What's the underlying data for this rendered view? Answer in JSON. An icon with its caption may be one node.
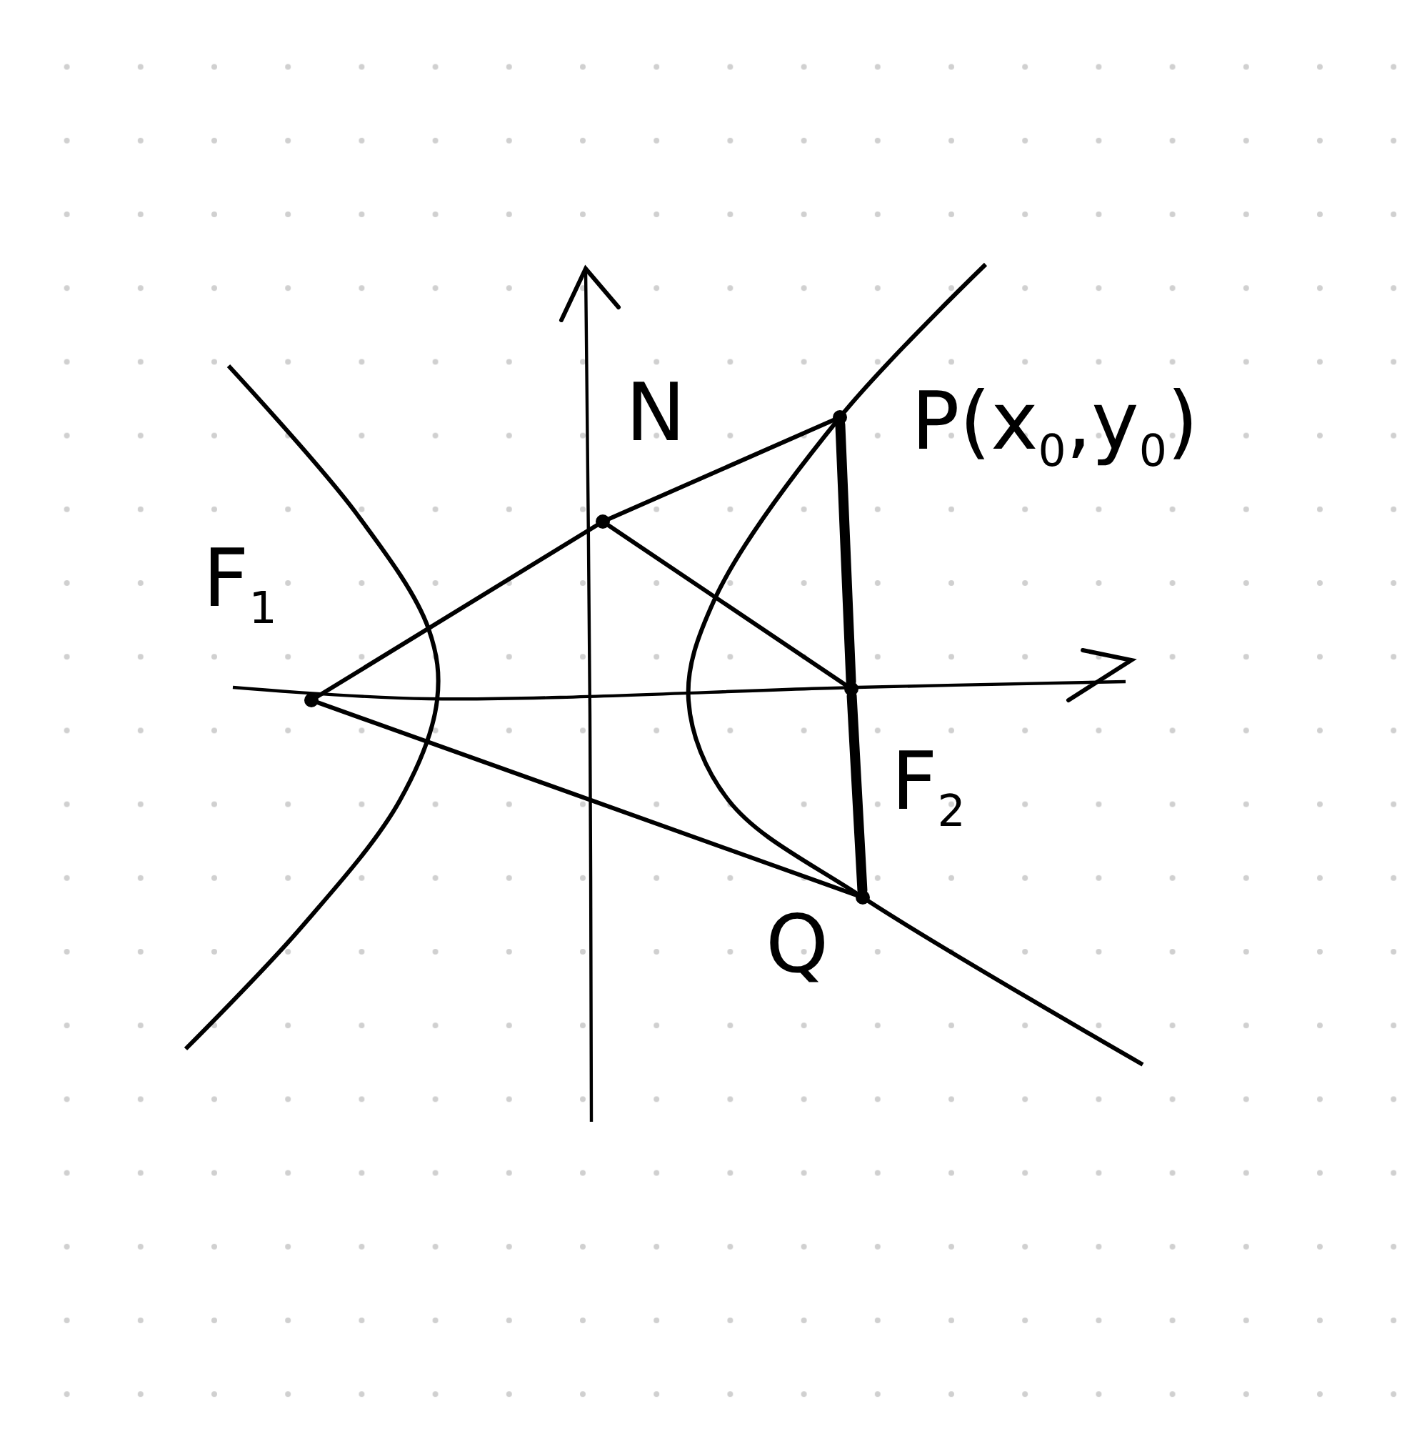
{
  "diagram": {
    "nodes": [
      {
        "text": [],
        "shape": "circle",
        "beside": [
          "N"
        ]
      },
      {
        "text": [],
        "shape": "circle",
        "beside": [
          "P(x$_{0}$,y$_{0}$)"
        ]
      },
      {
        "text": [],
        "shape": "circle",
        "beside": [
          "F$_{1}$"
        ]
      },
      {
        "text": [],
        "shape": "circle",
        "beside": [
          "F$_{2}$"
        ]
      },
      {
        "text": [],
        "shape": "circle",
        "beside": [
          "Q"
        ]
      }
    ],
    "edges": [
      {
        "from": 2,
        "to": 0,
        "arrow": "none"
      },
      {
        "from": 0,
        "to": 1,
        "arrow": "none"
      },
      {
        "from": 0,
        "to": 3,
        "arrow": "none"
      },
      {
        "from": 1,
        "to": 3,
        "arrow": "none",
        "style": "thick"
      },
      {
        "from": 3,
        "to": 4,
        "arrow": "none",
        "style": "thick"
      },
      {
        "from": 2,
        "to": 4,
        "arrow": "none"
      }
    ]
  }
}
